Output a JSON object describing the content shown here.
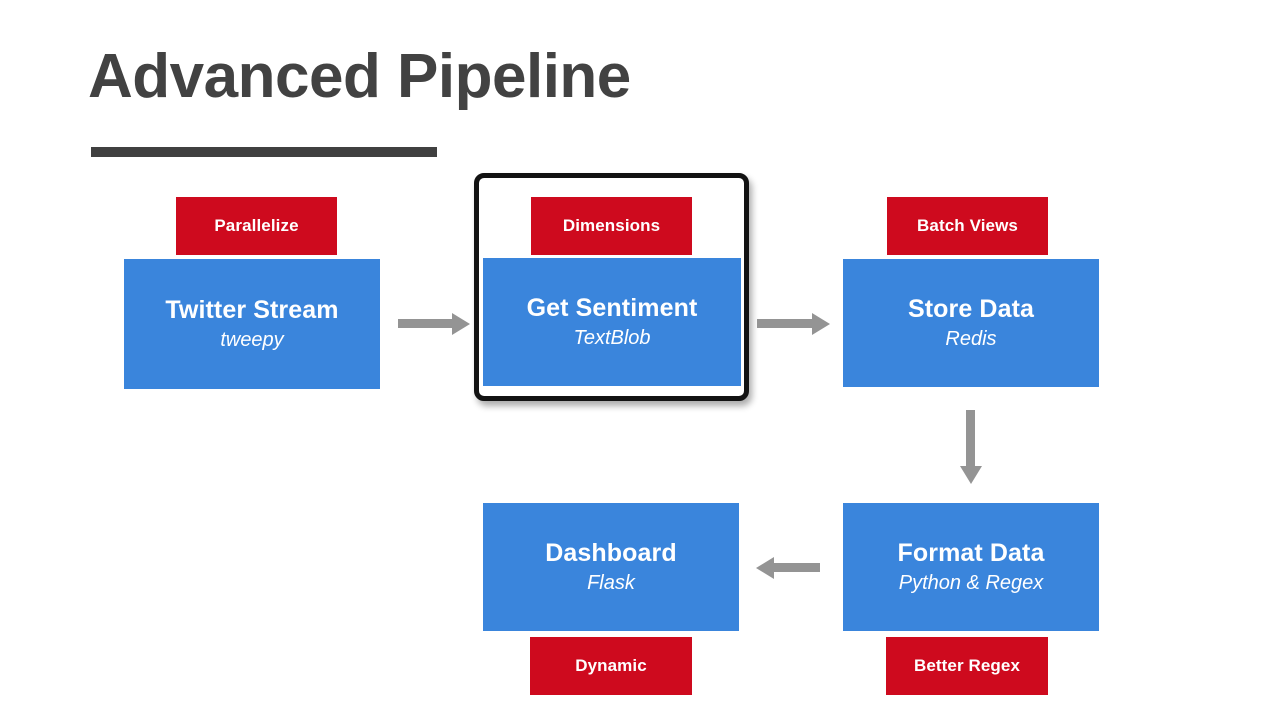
{
  "slide": {
    "title": "Advanced Pipeline",
    "background": "#ffffff",
    "title_color": "#424242",
    "rule_color": "#404040"
  },
  "theme": {
    "box_color": "#3a85dc",
    "badge_color": "#ce0a1e",
    "text_color": "#ffffff",
    "arrow_color": "#949494",
    "highlight_border_color": "#121212"
  },
  "nodes": [
    {
      "id": "twitter-stream",
      "badge": "Parallelize",
      "badge_position": "top",
      "title": "Twitter Stream",
      "subtitle": "tweepy",
      "highlighted": false
    },
    {
      "id": "get-sentiment",
      "badge": "Dimensions",
      "badge_position": "top",
      "title": "Get Sentiment",
      "subtitle": "TextBlob",
      "highlighted": true
    },
    {
      "id": "store-data",
      "badge": "Batch Views",
      "badge_position": "top",
      "title": "Store Data",
      "subtitle": "Redis",
      "highlighted": false
    },
    {
      "id": "format-data",
      "badge": "Better Regex",
      "badge_position": "bottom",
      "title": "Format Data",
      "subtitle": "Python & Regex",
      "highlighted": false
    },
    {
      "id": "dashboard",
      "badge": "Dynamic",
      "badge_position": "bottom",
      "title": "Dashboard",
      "subtitle": "Flask",
      "highlighted": false
    }
  ],
  "arrows": [
    {
      "id": "twitter-to-sentiment",
      "direction": "right"
    },
    {
      "id": "sentiment-to-store",
      "direction": "right"
    },
    {
      "id": "store-to-format",
      "direction": "down"
    },
    {
      "id": "format-to-dashboard",
      "direction": "left"
    }
  ]
}
